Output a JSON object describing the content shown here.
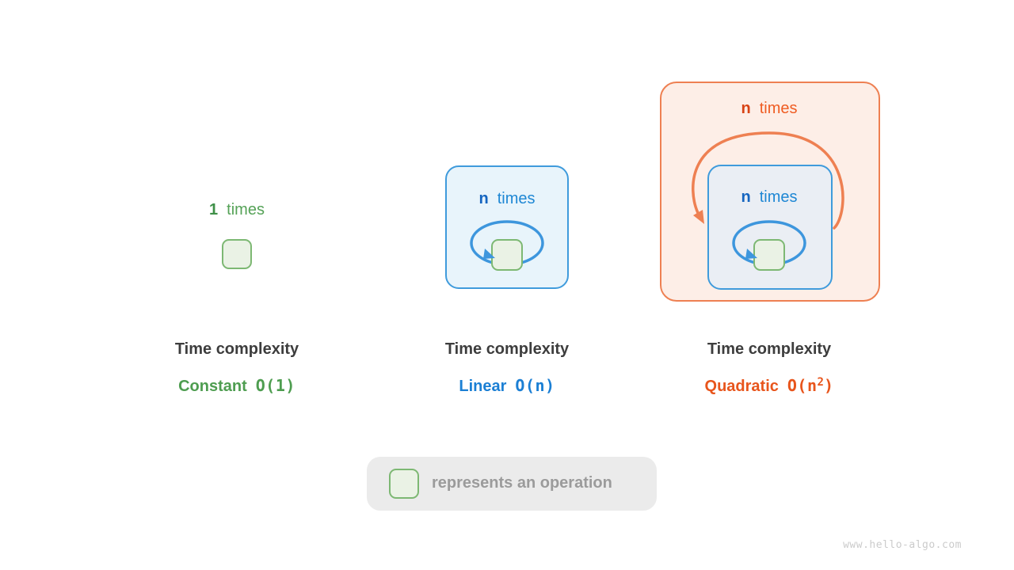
{
  "colors": {
    "green_border": "#7db873",
    "green_fill": "#eaf2e5",
    "green_count_text": "#3f9048",
    "green_word_text": "#55a257",
    "green_caption": "#4e9d50",
    "blue_border": "#3f9bdc",
    "blue_fill": "#e8f4fb",
    "blue_gray_fill": "#eaeef4",
    "blue_count_text": "#1565c0",
    "blue_word_text": "#1e87d4",
    "blue_caption": "#1b7fd4",
    "orange_border": "#ee8052",
    "orange_fill": "#fdeee7",
    "orange_count_text": "#d84315",
    "orange_word_text": "#ef5c22",
    "orange_caption": "#e8551c",
    "caption_title_text": "#3d3d3d",
    "legend_bg": "#ebebeb",
    "legend_text": "#9b9b9b",
    "watermark_text": "#cbcbcb"
  },
  "cards": [
    {
      "loop_count": "1",
      "loop_word": "times",
      "title": "Time complexity",
      "kind": "Constant",
      "o_prefix": "O(1)",
      "o_sup": "",
      "o_suffix": ""
    },
    {
      "loop_count": "n",
      "loop_word": "times",
      "title": "Time complexity",
      "kind": "Linear",
      "o_prefix": "O(n)",
      "o_sup": "",
      "o_suffix": ""
    },
    {
      "outer_loop_count": "n",
      "outer_loop_word": "times",
      "inner_loop_count": "n",
      "inner_loop_word": "times",
      "title": "Time complexity",
      "kind": "Quadratic",
      "o_prefix": "O(n",
      "o_sup": "2",
      "o_suffix": ")"
    }
  ],
  "legend": {
    "label": "represents an operation"
  },
  "watermark": "www.hello-algo.com"
}
